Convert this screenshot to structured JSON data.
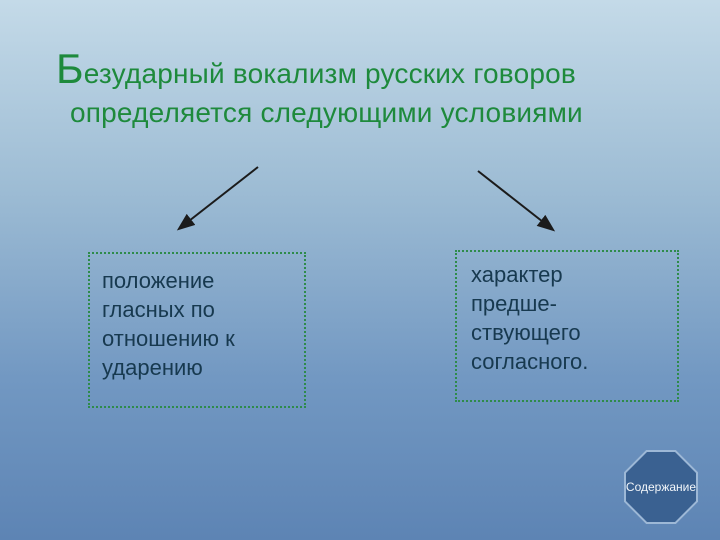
{
  "slide": {
    "title": {
      "first_letter": "Б",
      "line1_rest": "езударный вокализм русских говоров",
      "line2": "определяется следующими условиями"
    },
    "left_box": {
      "text": "положение\nгласных по\nотношению к\nударению"
    },
    "right_box": {
      "text": "характер\nпредше-\nствующего\nсогласного."
    },
    "content_button": {
      "label": "Содержание"
    },
    "icons": {
      "left_arrow": "arrow-down-left",
      "right_arrow": "arrow-down-right",
      "content_shape": "octagon"
    },
    "colors": {
      "title_green": "#1e8a3c",
      "box_border_green": "#2e8b4a",
      "box_text": "#17394f",
      "arrow": "#1b1b1b",
      "octagon_fill": "#3a6191",
      "octagon_border": "#9db8d6",
      "background_top": "#c4dae8",
      "background_bottom": "#5d84b4"
    }
  }
}
